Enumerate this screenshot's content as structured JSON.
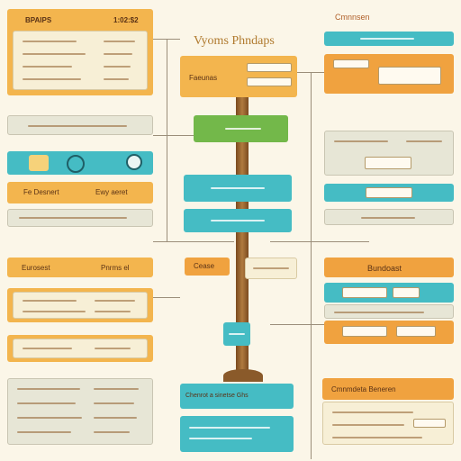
{
  "title": "Vyoms Phndaps",
  "left": {
    "top_header_left": "BPAIPS",
    "top_header_right": "1:02:$2",
    "card_a_title": "Fe Desnert",
    "card_a_right": "Ewy aeret",
    "section2_left": "Eurosest",
    "section2_right": "Pnrms el"
  },
  "center": {
    "top_box": "Faeunas",
    "small_orange": "Cease",
    "bottom_teal": "Chenrot a sinetse Ghs"
  },
  "right": {
    "top_title": "Cmnnsen",
    "mid_title": "Bundoast",
    "bottom_title": "Cmnmdeta Beneren"
  },
  "icons": [
    "lock-icon",
    "circle-icon",
    "gear-icon",
    "arrow-icon"
  ]
}
